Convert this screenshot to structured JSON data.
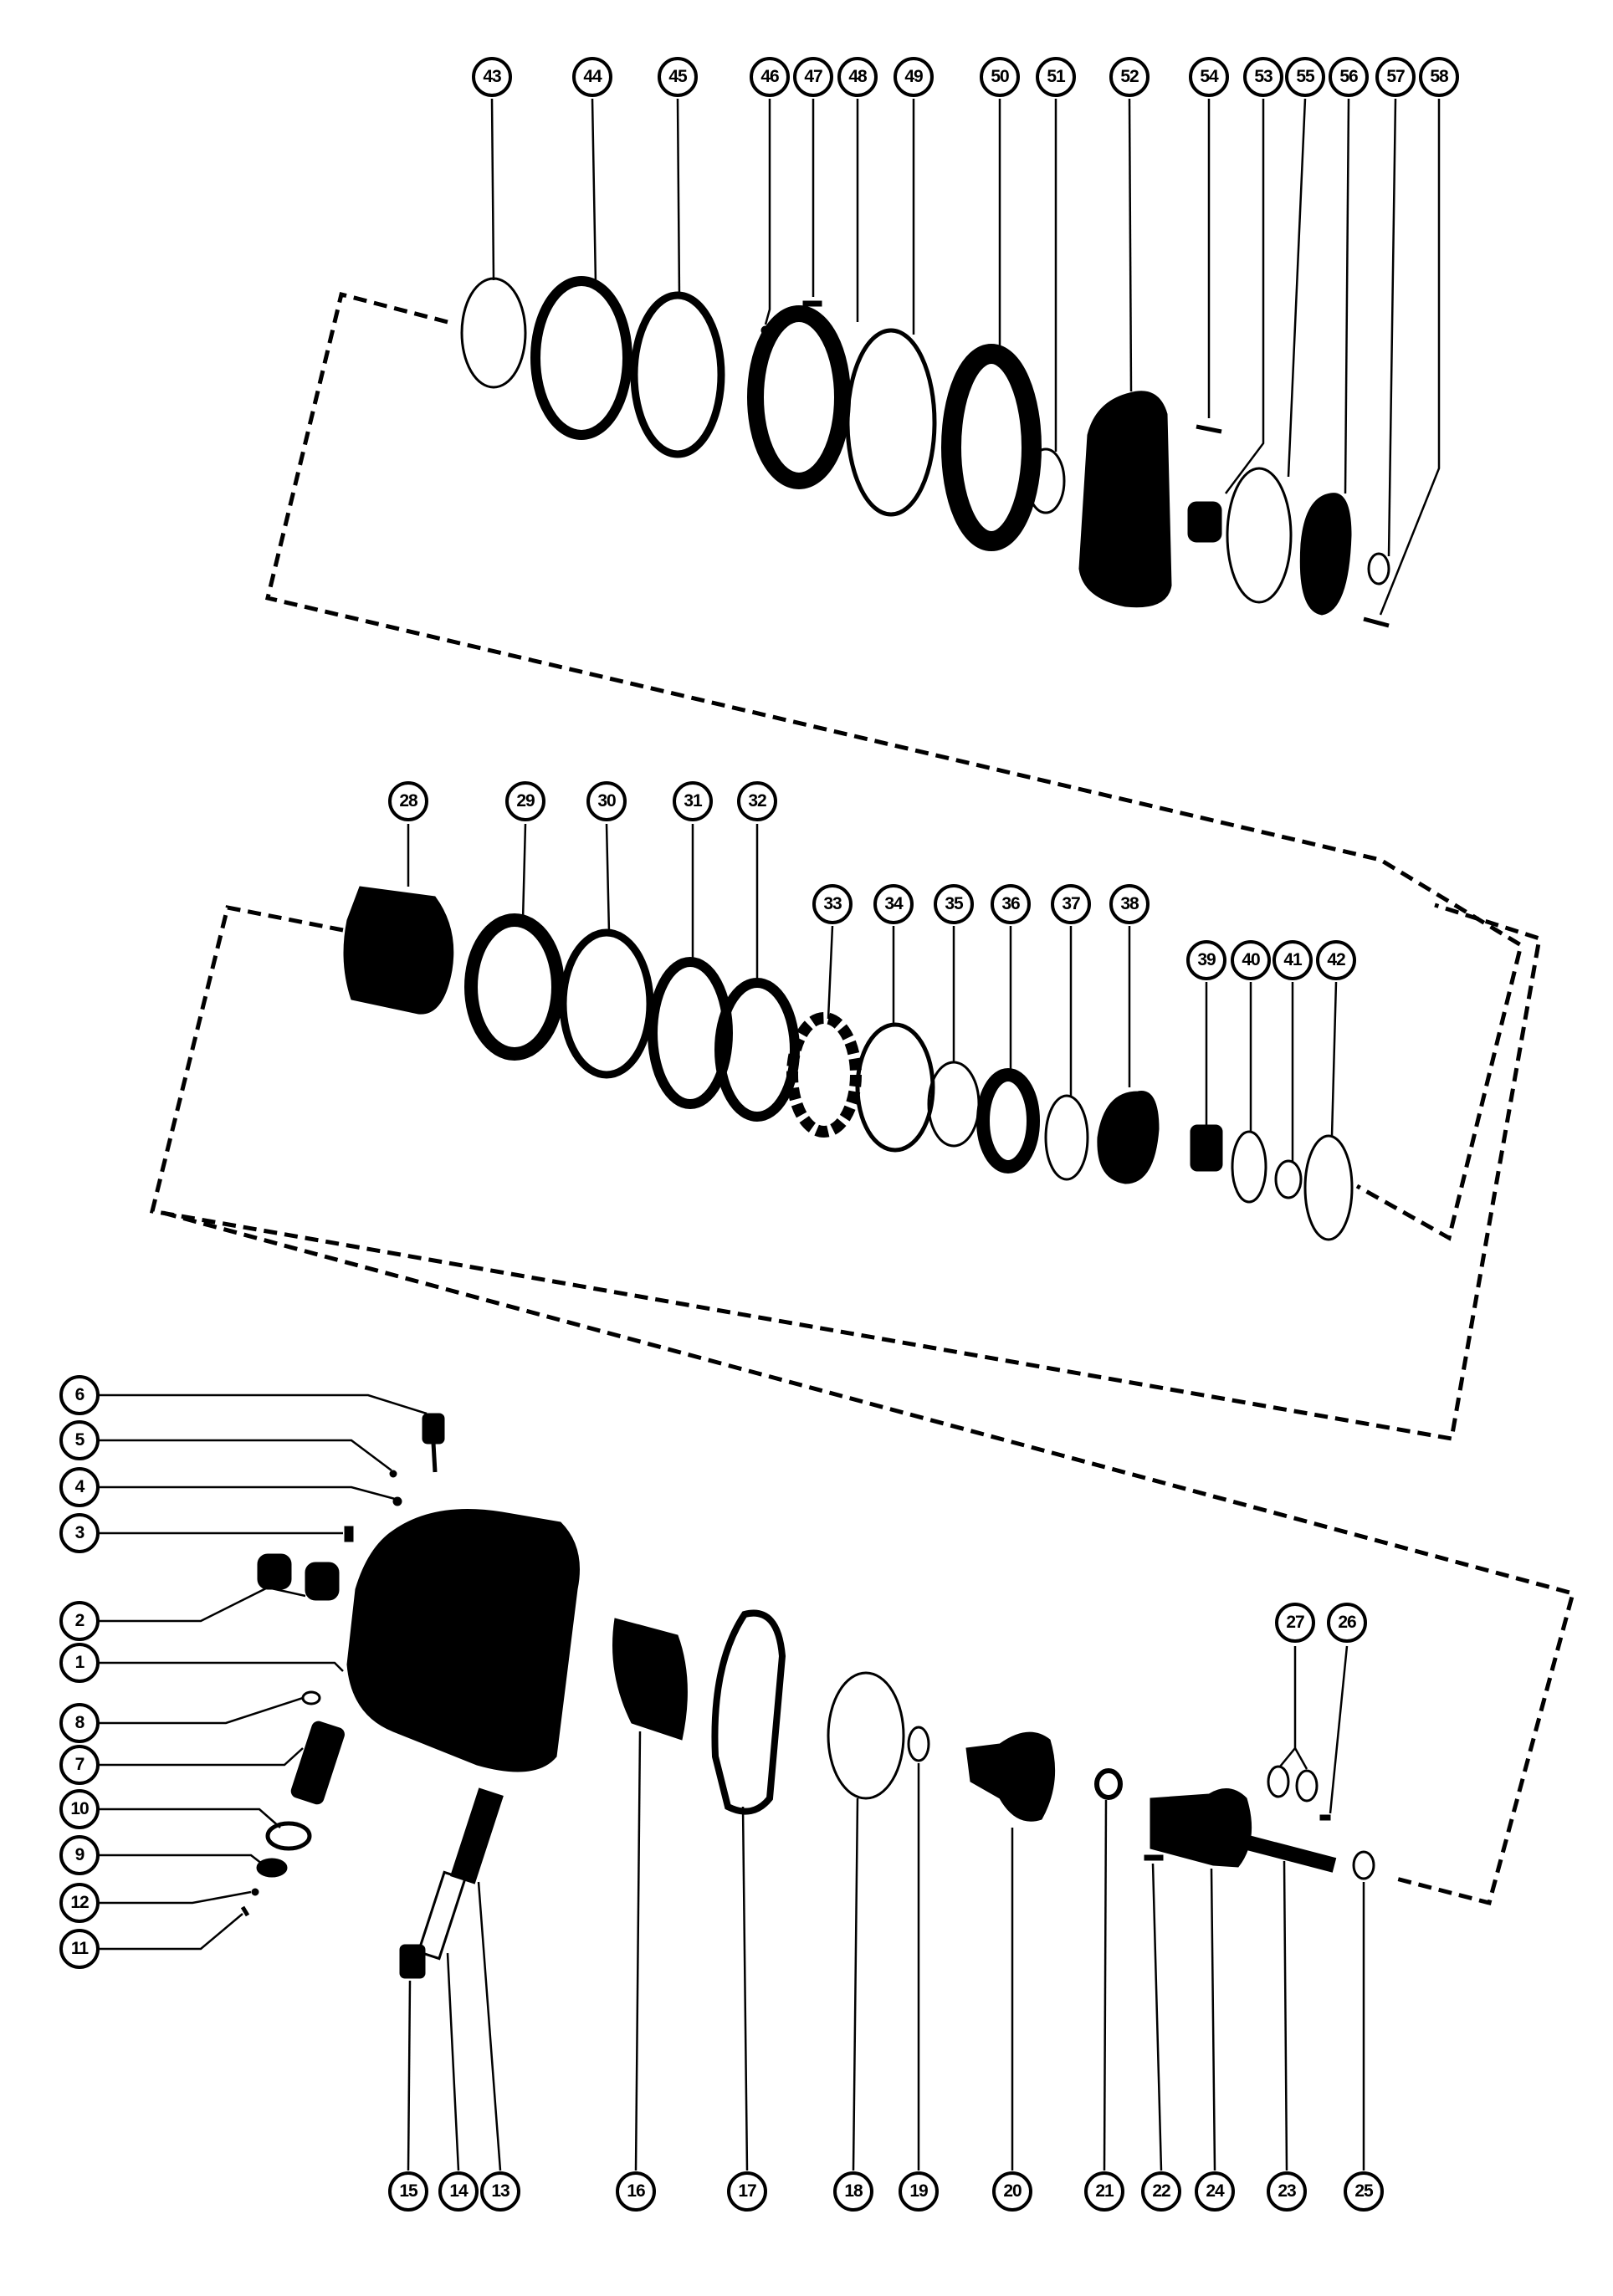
{
  "diagram": {
    "part_callouts": {
      "top_group": [
        "43",
        "44",
        "45",
        "46",
        "47",
        "48",
        "49",
        "50",
        "51",
        "52",
        "54",
        "53",
        "55",
        "56",
        "57",
        "58"
      ],
      "middle_group": [
        "28",
        "29",
        "30",
        "31",
        "32",
        "33",
        "34",
        "35",
        "36",
        "37",
        "38",
        "39",
        "40",
        "41",
        "42"
      ],
      "left_group": [
        "6",
        "5",
        "4",
        "3",
        "2",
        "1",
        "8",
        "7",
        "10",
        "9",
        "12",
        "11"
      ],
      "bottom_group": [
        "15",
        "14",
        "13",
        "16",
        "17",
        "18",
        "19",
        "20",
        "21",
        "22",
        "24",
        "23",
        "25",
        "27",
        "26"
      ]
    }
  }
}
